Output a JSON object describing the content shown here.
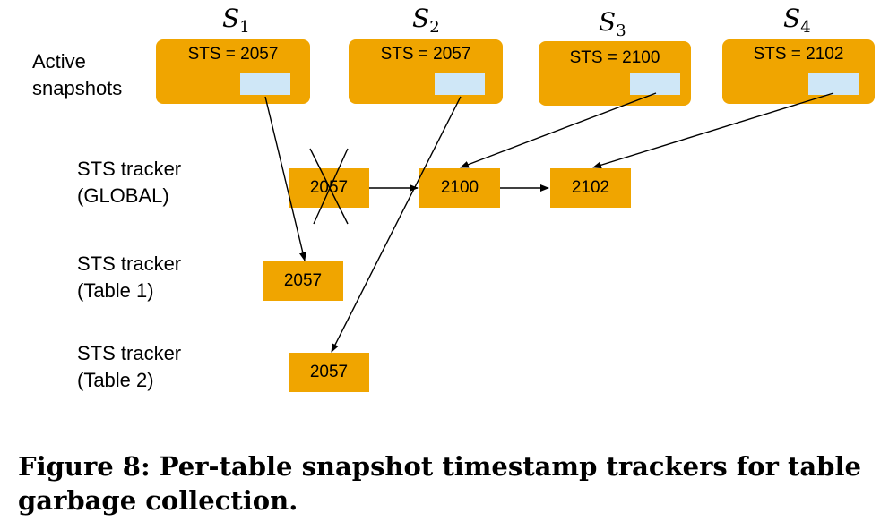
{
  "snapshots": [
    {
      "name": "S",
      "sub": "1",
      "sts_text": "STS = 2057"
    },
    {
      "name": "S",
      "sub": "2",
      "sts_text": "STS = 2057"
    },
    {
      "name": "S",
      "sub": "3",
      "sts_text": "STS = 2100"
    },
    {
      "name": "S",
      "sub": "4",
      "sts_text": "STS = 2102"
    }
  ],
  "labels": {
    "active_snapshots": [
      "Active",
      "snapshots"
    ],
    "global_tracker": [
      "STS tracker",
      "(GLOBAL)"
    ],
    "table1_tracker": [
      "STS tracker",
      "(Table 1)"
    ],
    "table2_tracker": [
      "STS tracker",
      "(Table 2)"
    ]
  },
  "global_tracker": {
    "entries": [
      "2057",
      "2100",
      "2102"
    ],
    "removed_entry": "2057"
  },
  "table1_tracker": {
    "entries": [
      "2057"
    ]
  },
  "table2_tracker": {
    "entries": [
      "2057"
    ]
  },
  "caption": "Figure 8: Per-table snapshot timestamp trackers for table garbage collection.",
  "colors": {
    "box_fill": "#f0a500",
    "slot_fill": "#cfe7f7",
    "arrow": "#000000"
  }
}
